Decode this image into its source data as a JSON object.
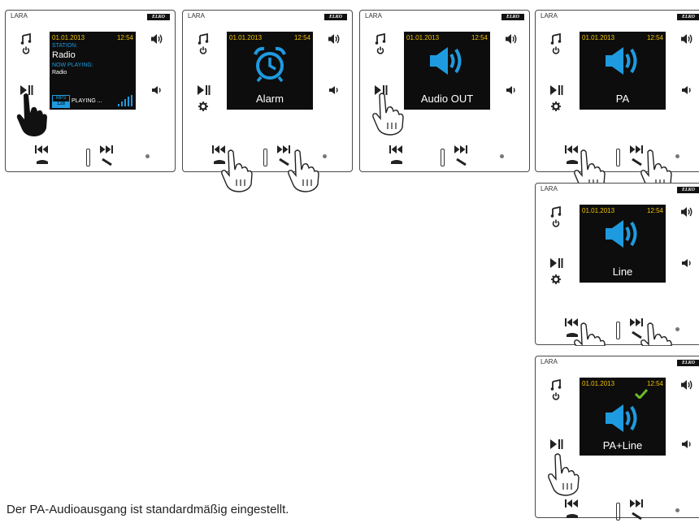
{
  "brand": "LARA",
  "logo_text": "ELKO",
  "colors": {
    "accent_blue": "#1e9be0",
    "clock_yellow": "#f2c200",
    "screen_bg": "#0d0d0d",
    "check_green": "#6dbb2a"
  },
  "screen_common": {
    "date": "01.01.2013",
    "time": "12:54"
  },
  "panel1": {
    "station_label": "STATION:",
    "station": "Radio",
    "now_playing_label": "NOW PLAYING:",
    "now_playing": "Radio",
    "format": "MP3",
    "bitrate": "128",
    "status": "PLAYING ...",
    "signal_bars": 5
  },
  "panel2": {
    "label": "Alarm",
    "icon": "alarm-clock-icon"
  },
  "panel3": {
    "label": "Audio OUT",
    "icon": "speaker-icon"
  },
  "panel4": {
    "label": "PA",
    "icon": "speaker-icon"
  },
  "panel5": {
    "label": "Line",
    "icon": "speaker-icon"
  },
  "panel6": {
    "label": "PA+Line",
    "icon": "speaker-check-icon"
  },
  "caption": "Der PA-Audioausgang ist standardmäßig eingestellt."
}
